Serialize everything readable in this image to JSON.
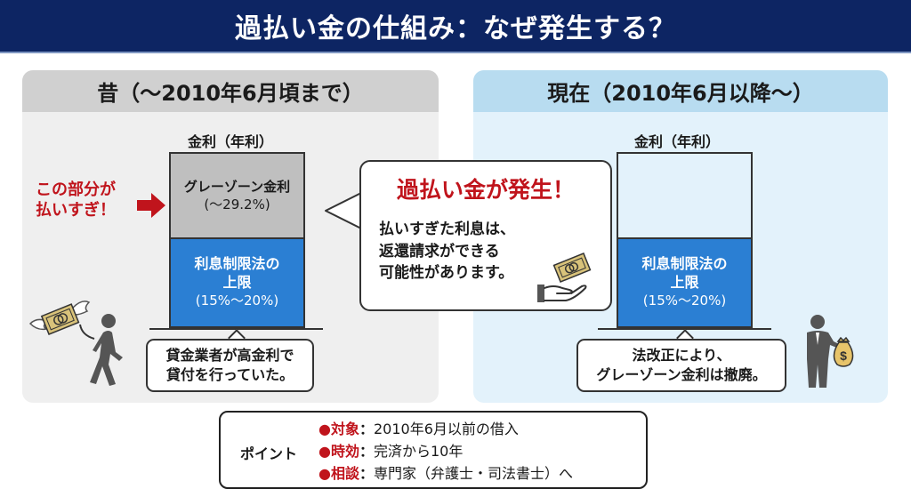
{
  "header": {
    "title": "過払い金の仕組み：なぜ発生する？"
  },
  "left_panel": {
    "title": "昔（〜2010年6月頃まで）",
    "axis_label": "金利（年利）",
    "gray_segment": {
      "label": "グレーゾーン金利",
      "value": "(〜29.2%)"
    },
    "blue_segment": {
      "line1": "利息制限法の",
      "line2": "上限",
      "value": "(15%〜20%)"
    },
    "overpay_label": {
      "line1": "この部分が",
      "line2": "払いすぎ！"
    },
    "callout": {
      "line1": "貸金業者が高金利で",
      "line2": "貸付を行っていた。"
    },
    "icons": [
      "flying-money-icon",
      "walking-person-icon",
      "red-arrow-icon"
    ]
  },
  "center_bubble": {
    "title": "過払い金が発生！",
    "line1": "払いすぎた利息は、",
    "line2": "返還請求ができる",
    "line3": "可能性があります。",
    "icons": [
      "money-bill-icon",
      "open-hand-icon"
    ]
  },
  "right_panel": {
    "title": "現在（2010年6月以降〜）",
    "axis_label": "金利（年利）",
    "blue_segment": {
      "line1": "利息制限法の",
      "line2": "上限",
      "value": "(15%〜20%)"
    },
    "callout": {
      "line1": "法改正により、",
      "line2": "グレーゾーン金利は撤廃。"
    },
    "icons": [
      "businessman-money-bag-icon"
    ]
  },
  "points": {
    "label": "ポイント",
    "items": [
      {
        "bullet": "●",
        "key": "対象",
        "colon": "：",
        "value": "2010年6月以前の借入"
      },
      {
        "bullet": "●",
        "key": "時効",
        "colon": "：",
        "value": "完済から10年"
      },
      {
        "bullet": "●",
        "key": "相談",
        "colon": "：",
        "value": "専門家（弁護士・司法書士）へ"
      }
    ]
  },
  "colors": {
    "header_bg": "#0d2563",
    "accent_red": "#c0141c",
    "bar_blue": "#2b7fd3",
    "gray_zone": "#bfbfbf",
    "left_panel_bg": "#efefef",
    "right_panel_bg": "#e3f2fb"
  }
}
